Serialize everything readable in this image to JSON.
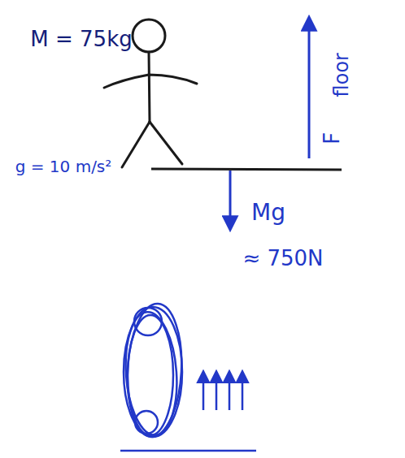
{
  "diagram": {
    "labels": [
      "M = 75kg",
      "F",
      "floor",
      "g = 10 m/s²",
      "Mg",
      "≈ 750N"
    ]
  }
}
